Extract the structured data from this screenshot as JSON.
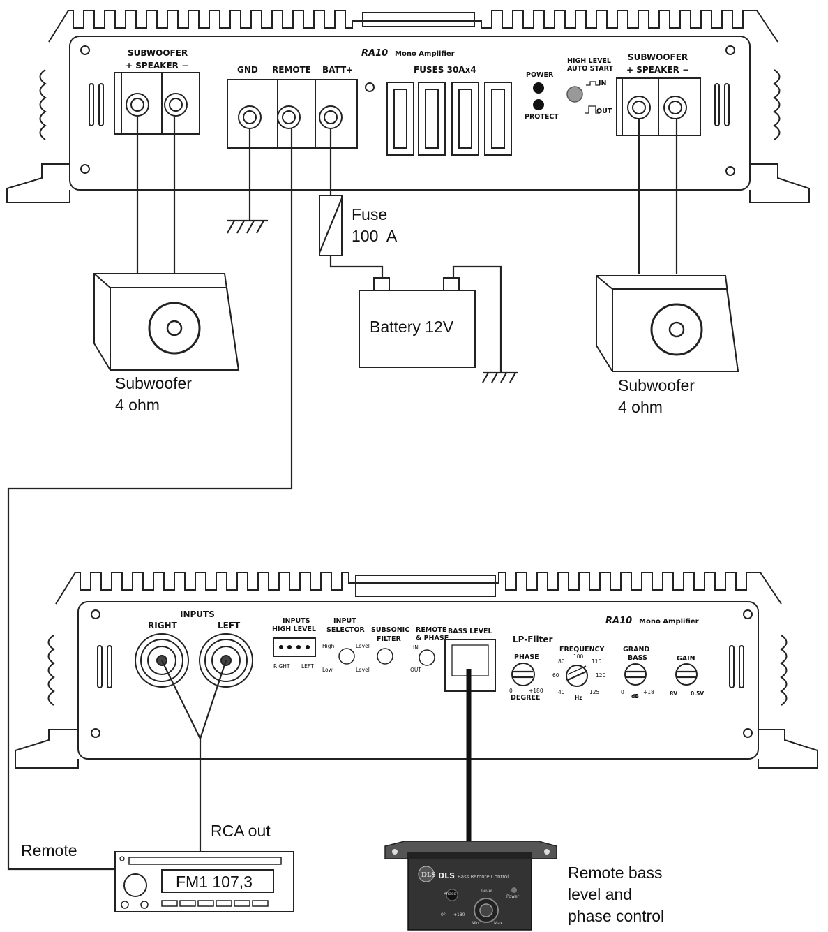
{
  "top_amp": {
    "model": "RA10",
    "model_sub": "Mono Amplifier",
    "sub_left_l1": "SUBWOOFER",
    "sub_left_l2": "+ SPEAKER −",
    "gnd": "GND",
    "remote": "REMOTE",
    "batt": "BATT+",
    "fuses": "FUSES 30Ax4",
    "power": "POWER",
    "protect": "PROTECT",
    "high_level_l1": "HIGH LEVEL",
    "high_level_l2": "AUTO START",
    "in": "IN",
    "out": "OUT",
    "sub_right_l1": "SUBWOOFER",
    "sub_right_l2": "+ SPEAKER −"
  },
  "fuse": {
    "l1": "Fuse",
    "l2": "100  A"
  },
  "battery": {
    "label": "Battery 12V"
  },
  "subwoofer_left": {
    "l1": "Subwoofer",
    "l2": "4 ohm"
  },
  "subwoofer_right": {
    "l1": "Subwoofer",
    "l2": "4 ohm"
  },
  "bottom_amp": {
    "model": "RA10",
    "model_sub": "Mono Amplifier",
    "inputs": "INPUTS",
    "right": "RIGHT",
    "left": "LEFT",
    "inputs_high_l1": "INPUTS",
    "inputs_high_l2": "HIGH LEVEL",
    "hl_right": "RIGHT",
    "hl_left": "LEFT",
    "selector_l1": "INPUT",
    "selector_l2": "SELECTOR",
    "sel_high": "High",
    "sel_low": "Low",
    "sel_level1": "Level",
    "sel_level2": "Level",
    "subsonic_l1": "SUBSONIC",
    "subsonic_l2": "FILTER",
    "remote_phase_l1": "REMOTE",
    "remote_phase_l2": "& PHASE",
    "rp_in": "IN",
    "rp_out": "OUT",
    "bass_level": "BASS LEVEL",
    "lp_filter": "LP-Filter",
    "phase": "PHASE",
    "phase_0": "0",
    "phase_180": "+180",
    "degree": "DEGREE",
    "frequency": "FREQUENCY",
    "f100": "100",
    "f80": "80",
    "f110": "110",
    "f60": "60",
    "f120": "120",
    "f40": "40",
    "f125": "125",
    "hz": "Hz",
    "grand_l1": "GRAND",
    "grand_l2": "BASS",
    "g0": "0",
    "g18": "+18",
    "db": "dB",
    "gain": "GAIN",
    "g8v": "8V",
    "g05v": "0.5V"
  },
  "head_unit": {
    "display": "FM1 107,3"
  },
  "labels": {
    "remote": "Remote",
    "rca_out": "RCA out",
    "remote_ctrl_l1": "Remote bass",
    "remote_ctrl_l2": "level and",
    "remote_ctrl_l3": "phase control"
  },
  "remote_box": {
    "brand": "DLS",
    "title": "Bass Remote Control",
    "level": "Level",
    "power": "Power",
    "phase": "Phase",
    "p0": "0°",
    "p180": "+180",
    "min": "Min",
    "max": "Max"
  }
}
